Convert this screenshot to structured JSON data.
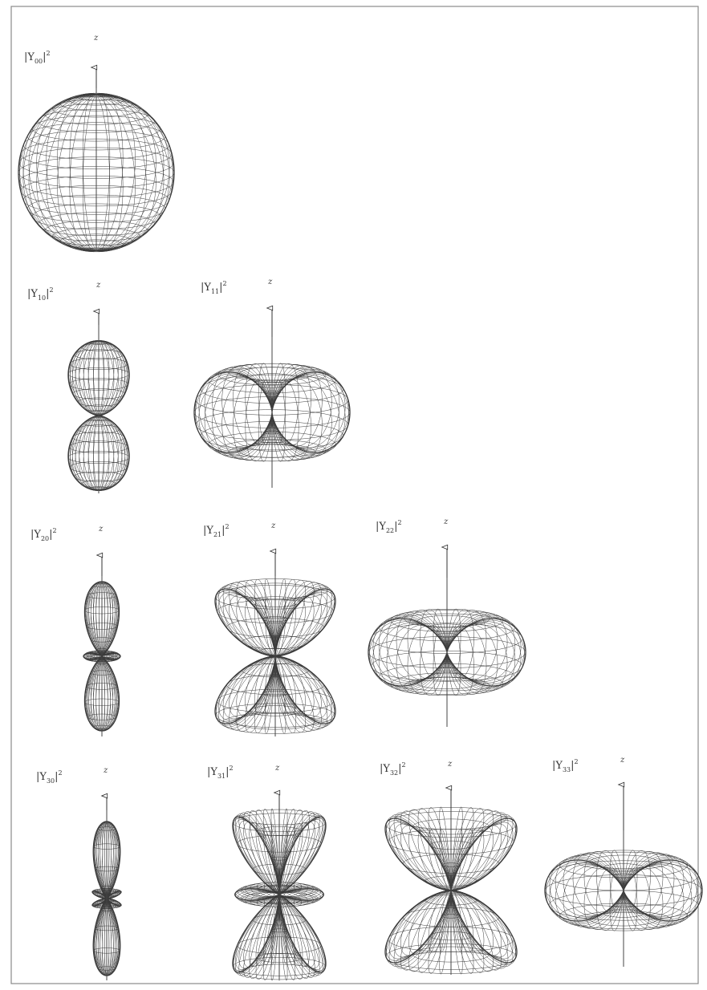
{
  "axis_name": "z",
  "plots": [
    {
      "l": 0,
      "m": 0,
      "sub": "00",
      "sup": "2",
      "shape": "sphere"
    },
    {
      "l": 1,
      "m": 0,
      "sub": "10",
      "sup": "2",
      "shape": "two-lobes"
    },
    {
      "l": 1,
      "m": 1,
      "sub": "11",
      "sup": "2",
      "shape": "torus"
    },
    {
      "l": 2,
      "m": 0,
      "sub": "20",
      "sup": "2",
      "shape": "two-lobes-with-ring"
    },
    {
      "l": 2,
      "m": 1,
      "sub": "21",
      "sup": "2",
      "shape": "double-cone"
    },
    {
      "l": 2,
      "m": 2,
      "sub": "22",
      "sup": "2",
      "shape": "torus"
    },
    {
      "l": 3,
      "m": 0,
      "sub": "30",
      "sup": "2",
      "shape": "two-lobes-with-two-rings"
    },
    {
      "l": 3,
      "m": 1,
      "sub": "31",
      "sup": "2",
      "shape": "double-cone-with-ring"
    },
    {
      "l": 3,
      "m": 2,
      "sub": "32",
      "sup": "2",
      "shape": "double-cone"
    },
    {
      "l": 3,
      "m": 3,
      "sub": "33",
      "sup": "2",
      "shape": "torus"
    }
  ],
  "colors": {
    "wire": "#3a3a3a",
    "frame": "#888888",
    "background": "#ffffff"
  }
}
